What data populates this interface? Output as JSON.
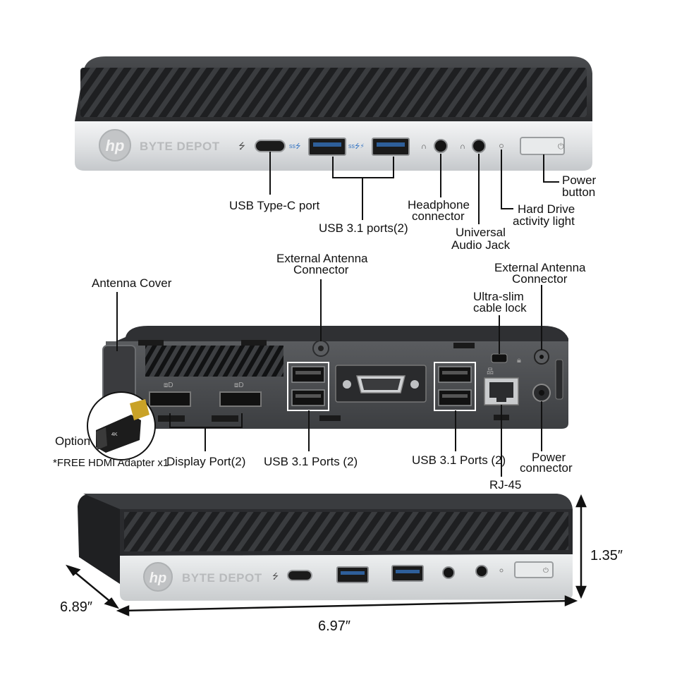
{
  "brand": {
    "logo": "hp",
    "store_name": "BYTE DEPOT"
  },
  "front_view": {
    "labels": {
      "usb_c": "USB Type-C port",
      "usb31": "USB 3.1 ports(2)",
      "headphone_l1": "Headphone",
      "headphone_l2": "connector",
      "audio_l1": "Universal",
      "audio_l2": "Audio Jack",
      "hdd_l1": "Hard Drive",
      "hdd_l2": "activity light",
      "power_l1": "Power",
      "power_l2": "button"
    }
  },
  "rear_view": {
    "labels": {
      "antenna_cover": "Antenna Cover",
      "ext_ant1_l1": "External Antenna",
      "ext_ant1_l2": "Connector",
      "ext_ant2_l1": "External Antenna",
      "ext_ant2_l2": "Connector",
      "cable_lock_l1": "Ultra-slim",
      "cable_lock_l2": "cable lock",
      "display_port": "Display Port(2)",
      "usb31_left": "USB 3.1 Ports (2)",
      "usb31_right": "USB 3.1 Ports (2)",
      "rj45": "RJ-45",
      "power_conn_l1": "Power",
      "power_conn_l2": "connector",
      "option": "Option",
      "hdmi_adapter": "*FREE HDMI Adapter x1",
      "adapter_badge": "4K"
    }
  },
  "dimensions": {
    "depth": "6.89″",
    "width": "6.97″",
    "height": "1.35″"
  }
}
